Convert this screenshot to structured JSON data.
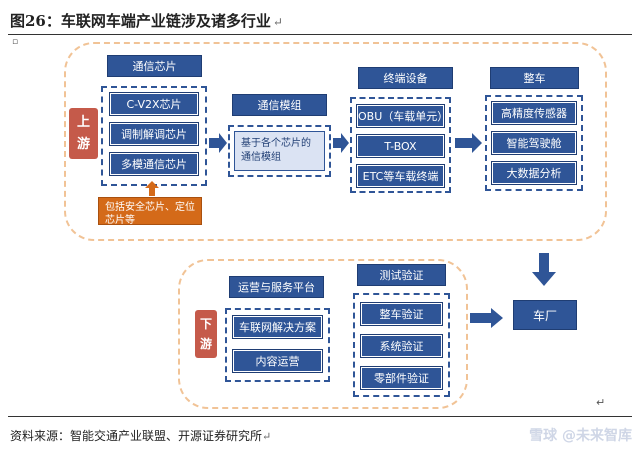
{
  "title": "图26：车联网车端产业链涉及诸多行业",
  "return_mark": "↵",
  "upstream": {
    "side_label_top": "上",
    "side_label_bottom": "游",
    "comm_chip": {
      "header": "通信芯片",
      "items": [
        "C-V2X芯片",
        "调制解调芯片",
        "多模通信芯片"
      ],
      "note": "包括安全芯片、定位芯片等"
    },
    "comm_module": {
      "header": "通信模组",
      "desc": "基于各个芯片的通信模组"
    },
    "terminal": {
      "header": "终端设备",
      "items": [
        "OBU（车载单元）",
        "T-BOX",
        "ETC等车载终端"
      ]
    },
    "vehicle": {
      "header": "整车",
      "items": [
        "高精度传感器",
        "智能驾驶舱",
        "大数据分析"
      ]
    }
  },
  "downstream": {
    "side_label_top": "下",
    "side_label_bottom": "游",
    "ops": {
      "header": "运营与服务平台",
      "items": [
        "车联网解决方案",
        "内容运营"
      ]
    },
    "testing": {
      "header": "测试验证",
      "items": [
        "整车验证",
        "系统验证",
        "零部件验证"
      ]
    },
    "oem": "车厂"
  },
  "source": "资料来源：智能交通产业联盟、开源证券研究所",
  "watermark": "雪球 @未来智库",
  "colors": {
    "dark_blue": "#2f5597",
    "light_blue": "#dbe3f3",
    "orange": "#d46a19",
    "red_side": "#c55a4a",
    "dash_border": "#f1c396"
  }
}
